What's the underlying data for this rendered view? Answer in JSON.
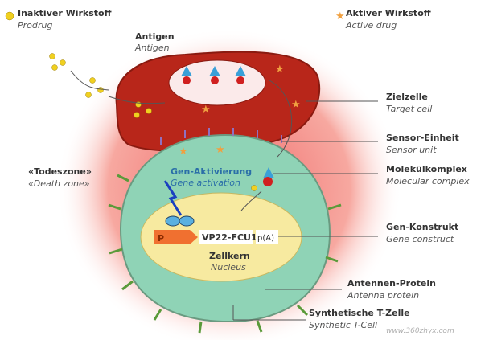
{
  "labels": {
    "prodrug_de": "Inaktiver Wirkstoff",
    "prodrug_en": "Prodrug",
    "drug_de": "Aktiver Wirkstoff",
    "drug_en": "Active drug",
    "antigen_de": "Antigen",
    "antigen_en": "Antigen",
    "target_de": "Zielzelle",
    "target_en": "Target cell",
    "sensor_de": "Sensor-Einheit",
    "sensor_en": "Sensor unit",
    "complex_de": "Molekülkomplex",
    "complex_en": "Molecular complex",
    "death_de": "«Todeszone»",
    "death_en": "«Death zone»",
    "geneact_de": "Gen-Aktivierung",
    "geneact_en": "Gene activation",
    "construct_de": "Gen-Konstrukt",
    "construct_en": "Gene construct",
    "promoter": "P",
    "vp22": "VP22-FCU1",
    "pa": "p(A)",
    "nucleus_de": "Zellkern",
    "nucleus_en": "Nucleus",
    "antenna_de": "Antennen-Protein",
    "antenna_en": "Antenna protein",
    "tcell_de": "Synthetische T-Zelle",
    "tcell_en": "Synthetic T-Cell"
  },
  "watermark": "www.360zhyx.com",
  "colors": {
    "target": "#b8261a",
    "tcell": "#8fd3b6",
    "nucleus": "#f7eaa0",
    "prodrug": "#f0d020",
    "drug": "#f0a040",
    "label_blue": "#2a6ea8"
  }
}
